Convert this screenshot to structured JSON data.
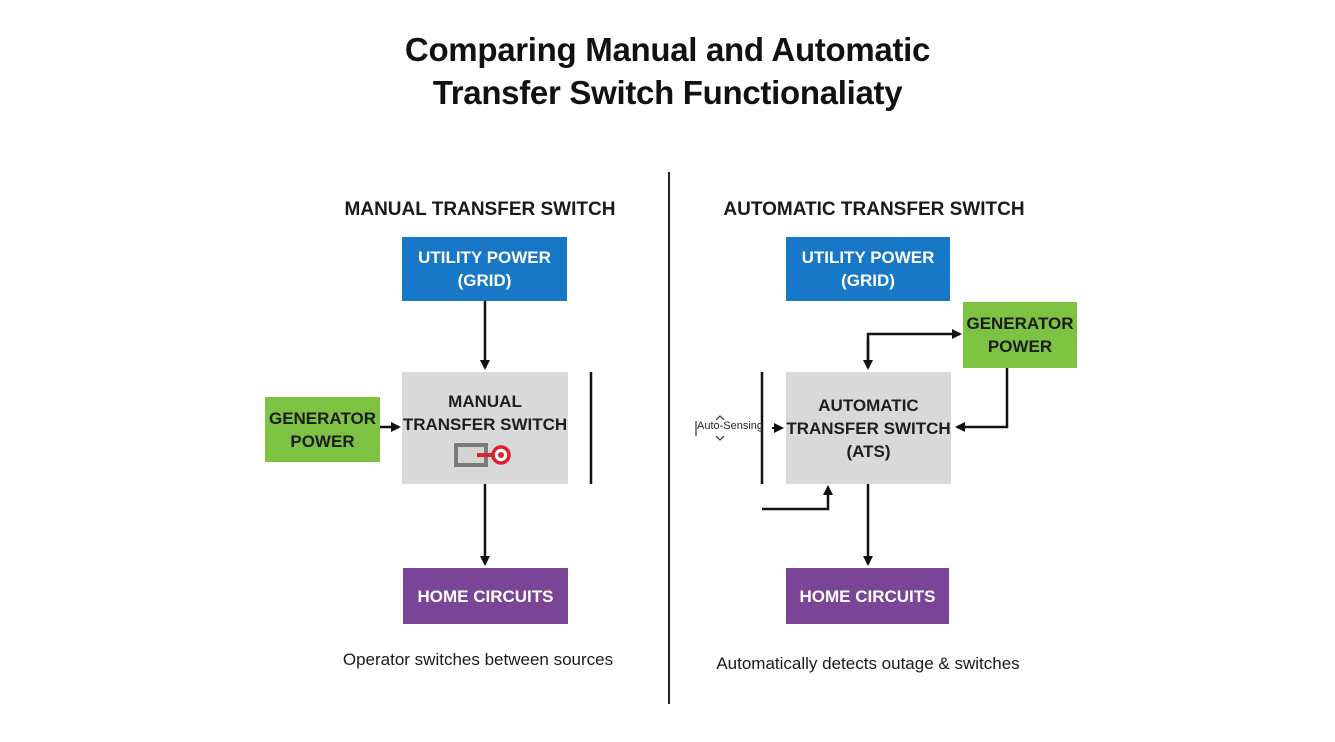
{
  "title": {
    "line1": "Comparing Manual and Automatic",
    "line2": "Transfer Switch Functionaliaty"
  },
  "manual": {
    "heading": "MANUAL TRANSFER SWITCH",
    "utility": {
      "line1": "UTILITY POWER",
      "line2": "(GRID)"
    },
    "generator": {
      "line1": "GENERATOR",
      "line2": "POWER"
    },
    "switch": {
      "line1": "MANUAL",
      "line2": "TRANSFER SWITCH",
      "icon": "toggle-switch-icon"
    },
    "home": "HOME CIRCUITS",
    "caption": "Operator switches between sources"
  },
  "automatic": {
    "heading": "AUTOMATIC TRANSFER SWITCH",
    "utility": {
      "line1": "UTILITY POWER",
      "line2": "(GRID)"
    },
    "generator": {
      "line1": "GENERATOR",
      "line2": "POWER"
    },
    "switch": {
      "line1": "AUTOMATIC",
      "line2": "TRANSFER SWITCH",
      "line3": "(ATS)"
    },
    "sensing_label": "Auto-Sensing",
    "home": "HOME CIRCUITS",
    "caption": "Automatically detects outage & switches"
  },
  "colors": {
    "utility": "#1878c8",
    "generator": "#7ec242",
    "switch": "#d9d9d9",
    "home": "#7a4596",
    "switch_icon_accent": "#e0202e"
  }
}
